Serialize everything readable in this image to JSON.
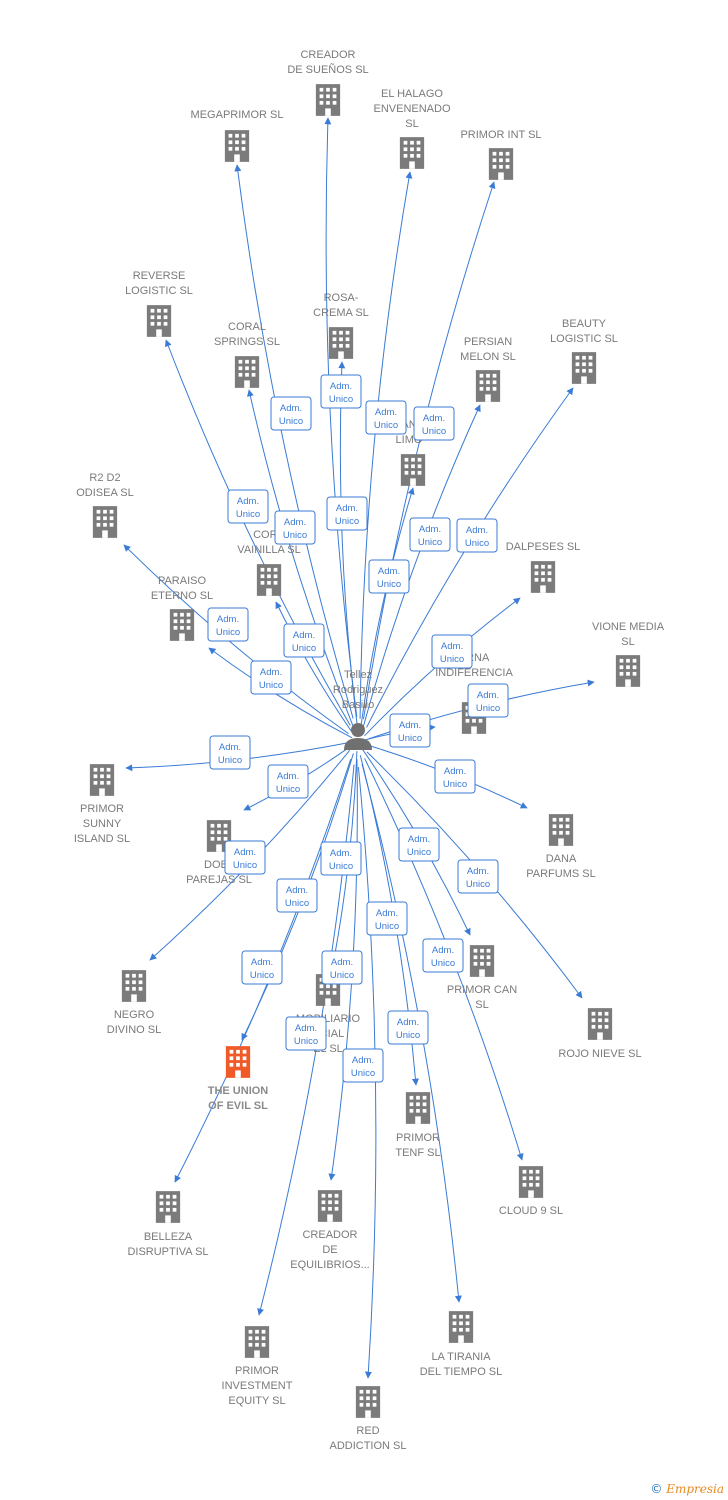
{
  "center": {
    "name_lines": [
      "Tellez",
      "Rodriguez",
      "Basilio"
    ]
  },
  "relation_label": [
    "Adm.",
    "Unico"
  ],
  "companies": [
    {
      "id": "creador-de-suenos",
      "lines": [
        "CREADOR",
        "DE SUEÑOS  SL"
      ]
    },
    {
      "id": "megaprimor",
      "lines": [
        "MEGAPRIMOR SL"
      ]
    },
    {
      "id": "el-halago",
      "lines": [
        "EL HALAGO",
        "ENVENENADO",
        "SL"
      ]
    },
    {
      "id": "primor-int",
      "lines": [
        "PRIMOR INT  SL"
      ]
    },
    {
      "id": "reverse-logistic",
      "lines": [
        "REVERSE",
        "LOGISTIC  SL"
      ]
    },
    {
      "id": "rosa-crema",
      "lines": [
        "ROSA-",
        "CREMA SL"
      ]
    },
    {
      "id": "coral-springs",
      "lines": [
        "CORAL",
        "SPRINGS SL"
      ]
    },
    {
      "id": "persian-melon",
      "lines": [
        "PERSIAN",
        "MELON SL"
      ]
    },
    {
      "id": "beauty-logistic",
      "lines": [
        "BEAUTY",
        "LOGISTIC  SL"
      ]
    },
    {
      "id": "limon",
      "lines": [
        "AN",
        "LIMO"
      ]
    },
    {
      "id": "r2d2-odisea",
      "lines": [
        "R2 D2",
        "ODISEA  SL"
      ]
    },
    {
      "id": "coral-vainilla",
      "lines": [
        "CORA",
        "VAINILLA SL"
      ]
    },
    {
      "id": "dalpeses",
      "lines": [
        "DALPESES SL"
      ]
    },
    {
      "id": "paraiso-eterno",
      "lines": [
        "PARAISO",
        "ETERNO  SL"
      ]
    },
    {
      "id": "vione-media",
      "lines": [
        "VIONE MEDIA",
        "SL"
      ]
    },
    {
      "id": "eterna-indiferencia",
      "lines": [
        "ERNA",
        "INDIFERENCIA"
      ]
    },
    {
      "id": "primor-sunny-island",
      "lines": [
        "PRIMOR",
        "SUNNY",
        "ISLAND  SL"
      ]
    },
    {
      "id": "dana-parfums",
      "lines": [
        "DANA",
        "PARFUMS  SL"
      ]
    },
    {
      "id": "dobles-parejas",
      "lines": [
        "DOBL",
        "PAREJAS SL"
      ]
    },
    {
      "id": "negro-divino",
      "lines": [
        "NEGRO",
        "DIVINO SL"
      ]
    },
    {
      "id": "primor-can",
      "lines": [
        "PRIMOR CAN",
        "SL"
      ]
    },
    {
      "id": "rojo-nieve",
      "lines": [
        "ROJO NIEVE SL"
      ]
    },
    {
      "id": "mobiliario-comercial",
      "lines": [
        "MOBILIARIO",
        "RCIAL",
        "EL  SL"
      ]
    },
    {
      "id": "the-union-of-evil",
      "lines": [
        "THE UNION",
        "OF EVIL  SL"
      ],
      "highlight": true
    },
    {
      "id": "primor-tenf",
      "lines": [
        "PRIMOR",
        "TENF  SL"
      ]
    },
    {
      "id": "cloud-9",
      "lines": [
        "CLOUD 9  SL"
      ]
    },
    {
      "id": "belleza-disruptiva",
      "lines": [
        "BELLEZA",
        "DISRUPTIVA  SL"
      ]
    },
    {
      "id": "creador-de-equilibrios",
      "lines": [
        "CREADOR",
        "DE",
        "EQUILIBRIOS..."
      ]
    },
    {
      "id": "la-tirania-del-tiempo",
      "lines": [
        "LA TIRANIA",
        "DEL TIEMPO  SL"
      ]
    },
    {
      "id": "primor-investment-equity",
      "lines": [
        "PRIMOR",
        "INVESTMENT",
        "EQUITY  SL"
      ]
    },
    {
      "id": "red-addiction",
      "lines": [
        "RED",
        "ADDICTION  SL"
      ]
    }
  ],
  "colors": {
    "edge": "#3a7bd5",
    "building": "#7b7b7b",
    "highlight": "#f05a28",
    "person": "#707070"
  },
  "footer": {
    "copyright_symbol": "©",
    "brand": "Empresia"
  }
}
